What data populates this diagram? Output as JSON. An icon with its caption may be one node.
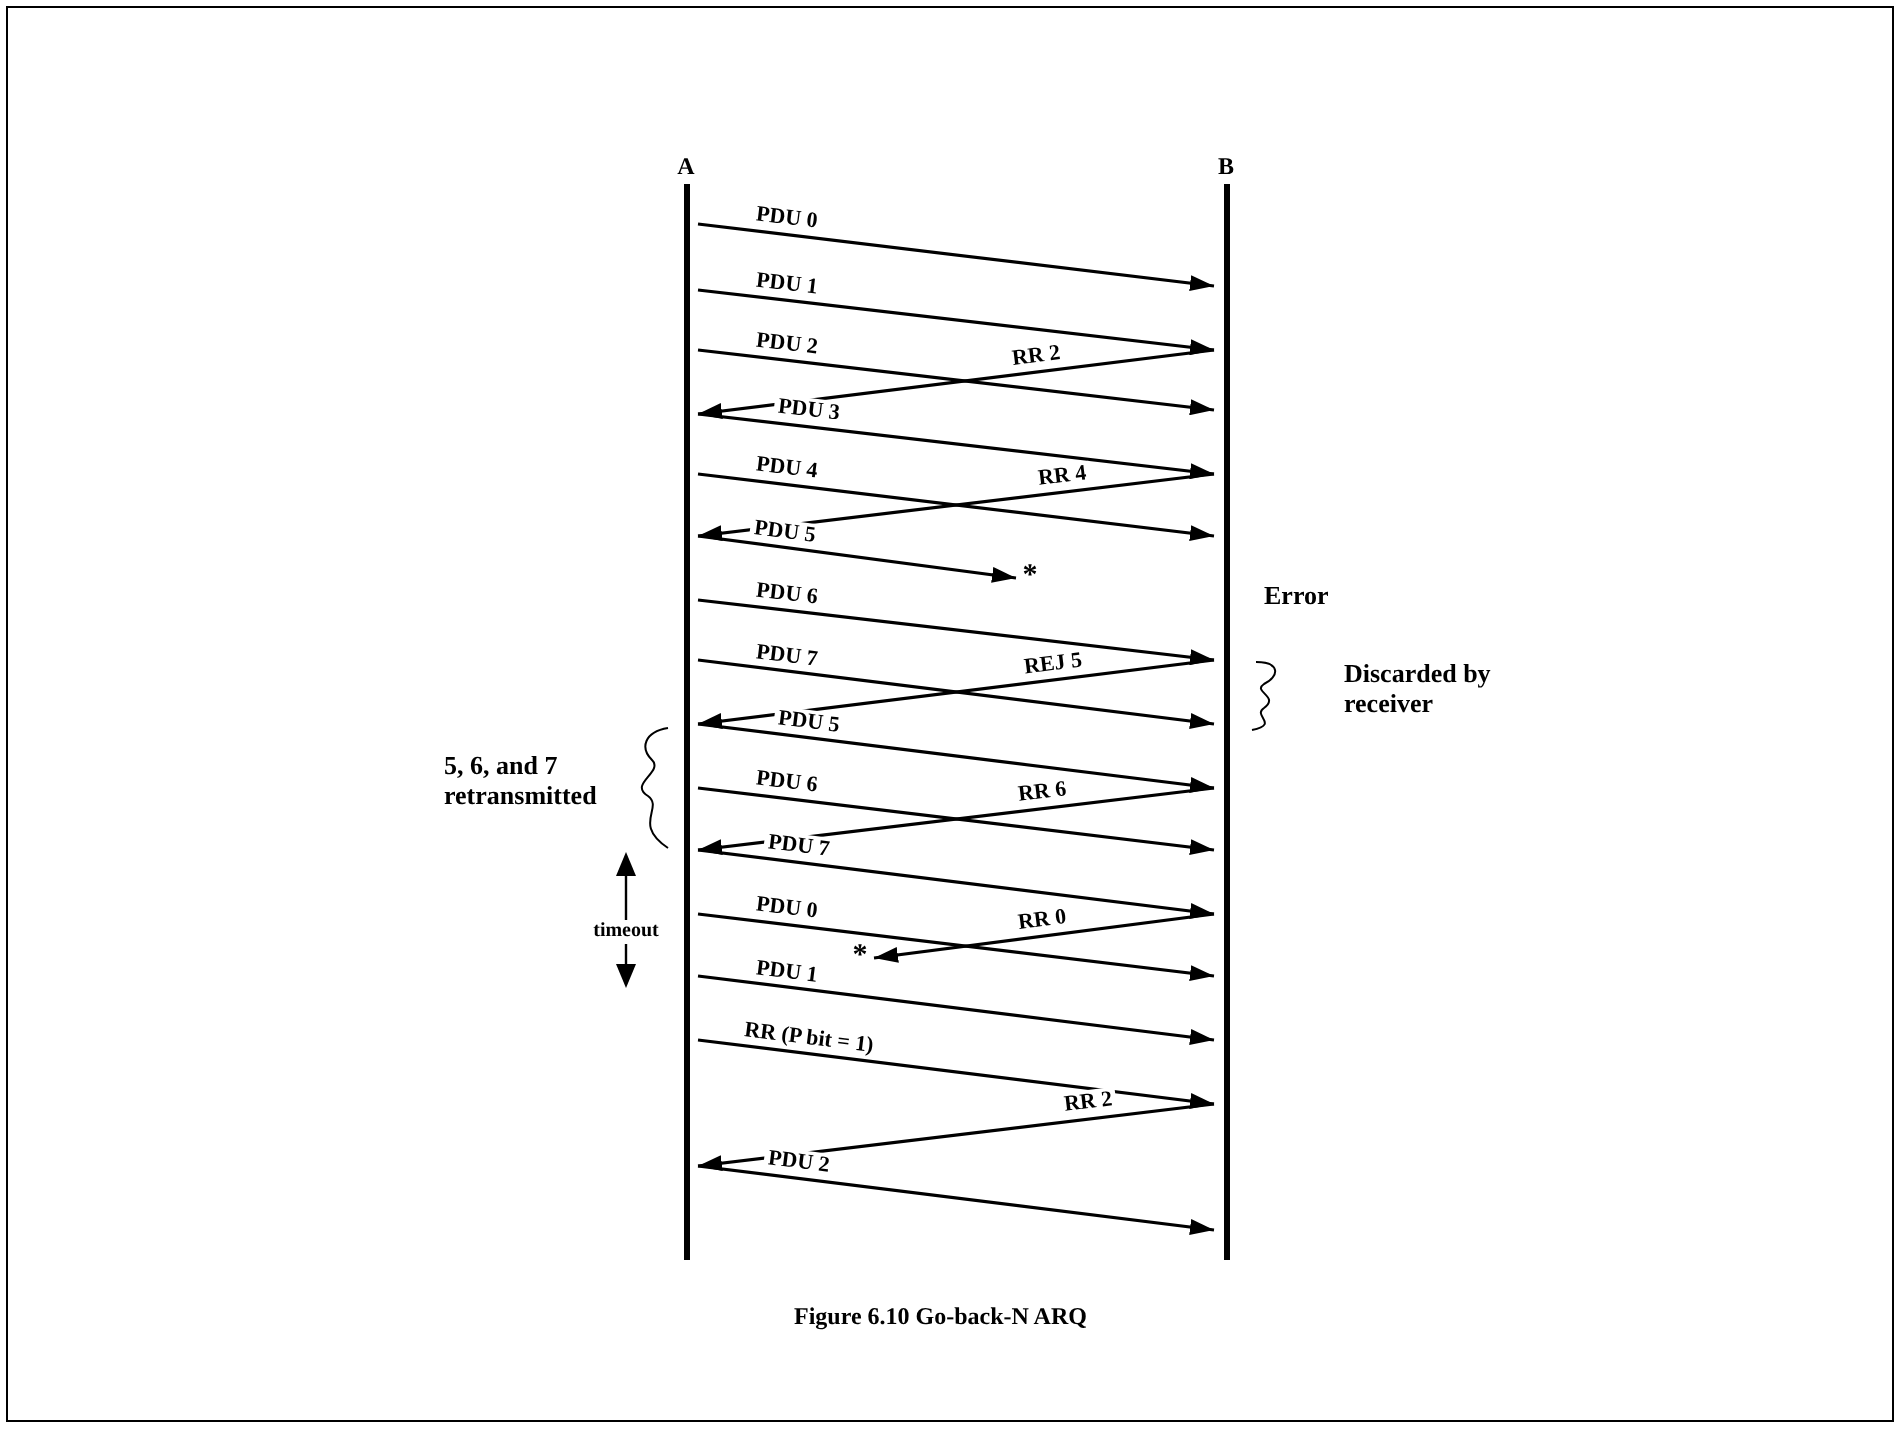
{
  "diagram": {
    "caption": "Figure 6.10 Go-back-N ARQ",
    "nodes": [
      {
        "text": [
          "A"
        ]
      },
      {
        "text": [
          "B"
        ]
      },
      {
        "text": [
          "*"
        ]
      },
      {
        "text": [
          "*"
        ]
      }
    ],
    "edges": [
      {
        "from": 0,
        "to": 1,
        "arrow": "to",
        "label": "PDU 0"
      },
      {
        "from": 0,
        "to": 1,
        "arrow": "to",
        "label": "PDU 1"
      },
      {
        "from": 0,
        "to": 1,
        "arrow": "to",
        "label": "PDU 2"
      },
      {
        "from": 1,
        "to": 0,
        "arrow": "to",
        "label": "RR 2"
      },
      {
        "from": 0,
        "to": 1,
        "arrow": "to",
        "label": "PDU 3"
      },
      {
        "from": 0,
        "to": 1,
        "arrow": "to",
        "label": "PDU 4"
      },
      {
        "from": 1,
        "to": 0,
        "arrow": "to",
        "label": "RR 4"
      },
      {
        "from": 0,
        "to": 2,
        "arrow": "to",
        "label": "PDU 5"
      },
      {
        "from": 0,
        "to": 1,
        "arrow": "to",
        "label": "PDU 6"
      },
      {
        "from": 0,
        "to": 1,
        "arrow": "to",
        "label": "PDU 7"
      },
      {
        "from": 1,
        "to": 0,
        "arrow": "to",
        "label": "REJ 5"
      },
      {
        "from": 0,
        "to": 1,
        "arrow": "to",
        "label": "PDU 5"
      },
      {
        "from": 0,
        "to": 1,
        "arrow": "to",
        "label": "PDU 6"
      },
      {
        "from": 1,
        "to": 0,
        "arrow": "to",
        "label": "RR 6"
      },
      {
        "from": 0,
        "to": 1,
        "arrow": "to",
        "label": "PDU 7"
      },
      {
        "from": 0,
        "to": 1,
        "arrow": "to",
        "label": "PDU 0"
      },
      {
        "from": 1,
        "to": 3,
        "arrow": "to",
        "label": "RR 0"
      },
      {
        "from": 0,
        "to": 1,
        "arrow": "to",
        "label": "PDU 1"
      },
      {
        "from": 0,
        "to": 1,
        "arrow": "to",
        "label": "RR (P bit = 1)"
      },
      {
        "from": 1,
        "to": 0,
        "arrow": "to",
        "label": "RR 2"
      },
      {
        "from": 0,
        "to": 1,
        "arrow": "to",
        "label": "PDU 2"
      }
    ],
    "labels": [
      "Error",
      "Discarded by receiver",
      "5, 6, and 7 retransmitted",
      "timeout"
    ]
  }
}
